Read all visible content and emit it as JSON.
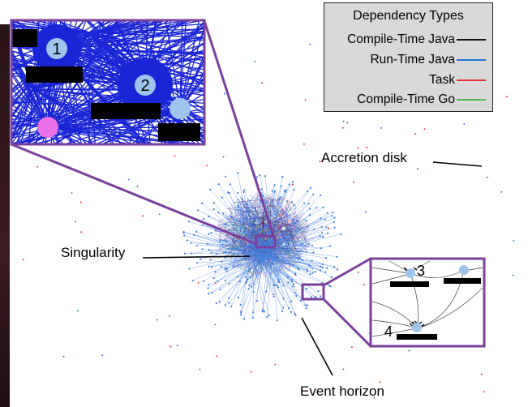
{
  "legend": {
    "title": "Dependency Types",
    "items": [
      {
        "label": "Compile-Time Java",
        "color": "#111111"
      },
      {
        "label": "Run-Time Java",
        "color": "#1f77d0"
      },
      {
        "label": "Task",
        "color": "#e8343a"
      },
      {
        "label": "Compile-Time Go",
        "color": "#4fb84f"
      }
    ]
  },
  "annotations": {
    "accretion_disk": "Accretion disk",
    "singularity": "Singularity",
    "event_horizon": "Event horizon"
  },
  "inset_1": {
    "markers": [
      "1",
      "2"
    ]
  },
  "inset_2": {
    "markers": [
      "3",
      "4"
    ]
  },
  "colors": {
    "zoom_frame": "#7b3f9e",
    "node": "#9fc5ee",
    "edge": "#1a25d6",
    "highlight": "#ea6fe6"
  }
}
